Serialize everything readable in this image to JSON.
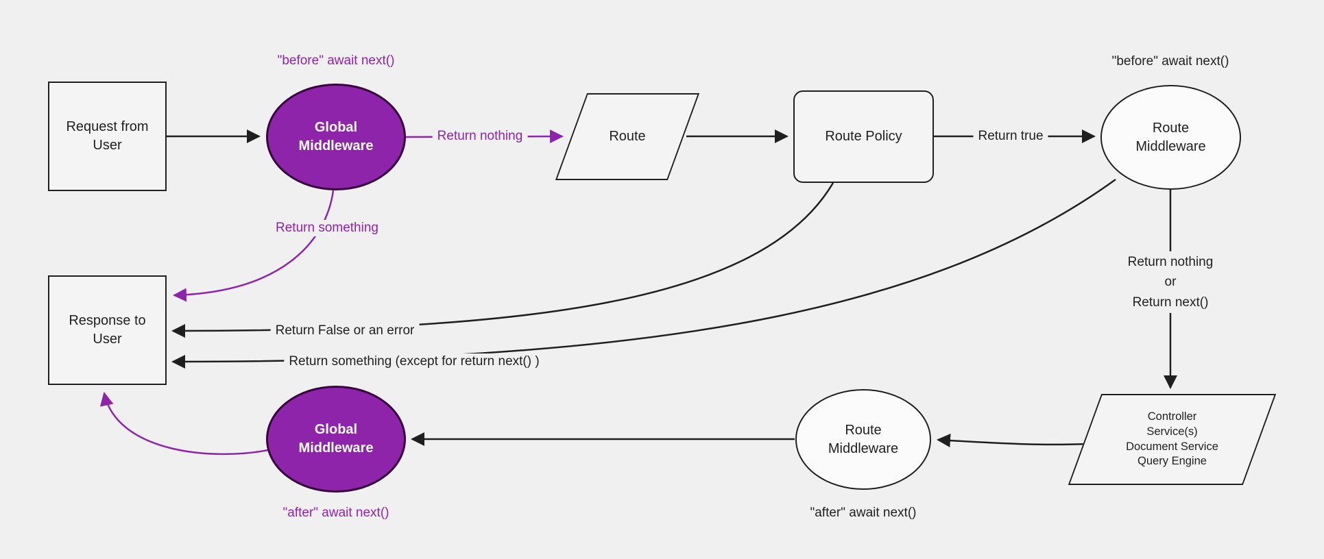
{
  "colors": {
    "background": "#f0f0f0",
    "purple_fill": "#8e24aa",
    "purple_border": "#36063d",
    "edge_black": "#1f1f1f",
    "node_fill": "#f4f4f4",
    "node_border": "#1f1f1f"
  },
  "nodes": {
    "request": {
      "lines": [
        "Request from",
        "User"
      ]
    },
    "global_middleware_top": {
      "lines": [
        "Global",
        "Middleware"
      ]
    },
    "route": {
      "lines": [
        "Route"
      ]
    },
    "route_policy": {
      "lines": [
        "Route Policy"
      ]
    },
    "route_middleware_top": {
      "lines": [
        "Route",
        "Middleware"
      ]
    },
    "controller": {
      "lines": [
        "Controller",
        "Service(s)",
        "Document Service",
        "Query Engine"
      ]
    },
    "route_middleware_bottom": {
      "lines": [
        "Route",
        "Middleware"
      ]
    },
    "global_middleware_bottom": {
      "lines": [
        "Global",
        "Middleware"
      ]
    },
    "response": {
      "lines": [
        "Response to",
        "User"
      ]
    }
  },
  "labels": {
    "before_await_global": "\"before\" await next()",
    "before_await_route": "\"before\" await next()",
    "after_await_global": "\"after\" await next()",
    "after_await_route": "\"after\" await next()",
    "return_nothing": "Return nothing",
    "return_true": "Return true",
    "return_something": "Return something",
    "return_false_or_error": "Return False or an error",
    "return_something_except": "Return something (except for return next() )",
    "return_nothing_or": [
      "Return nothing",
      "or",
      "Return next()"
    ]
  }
}
